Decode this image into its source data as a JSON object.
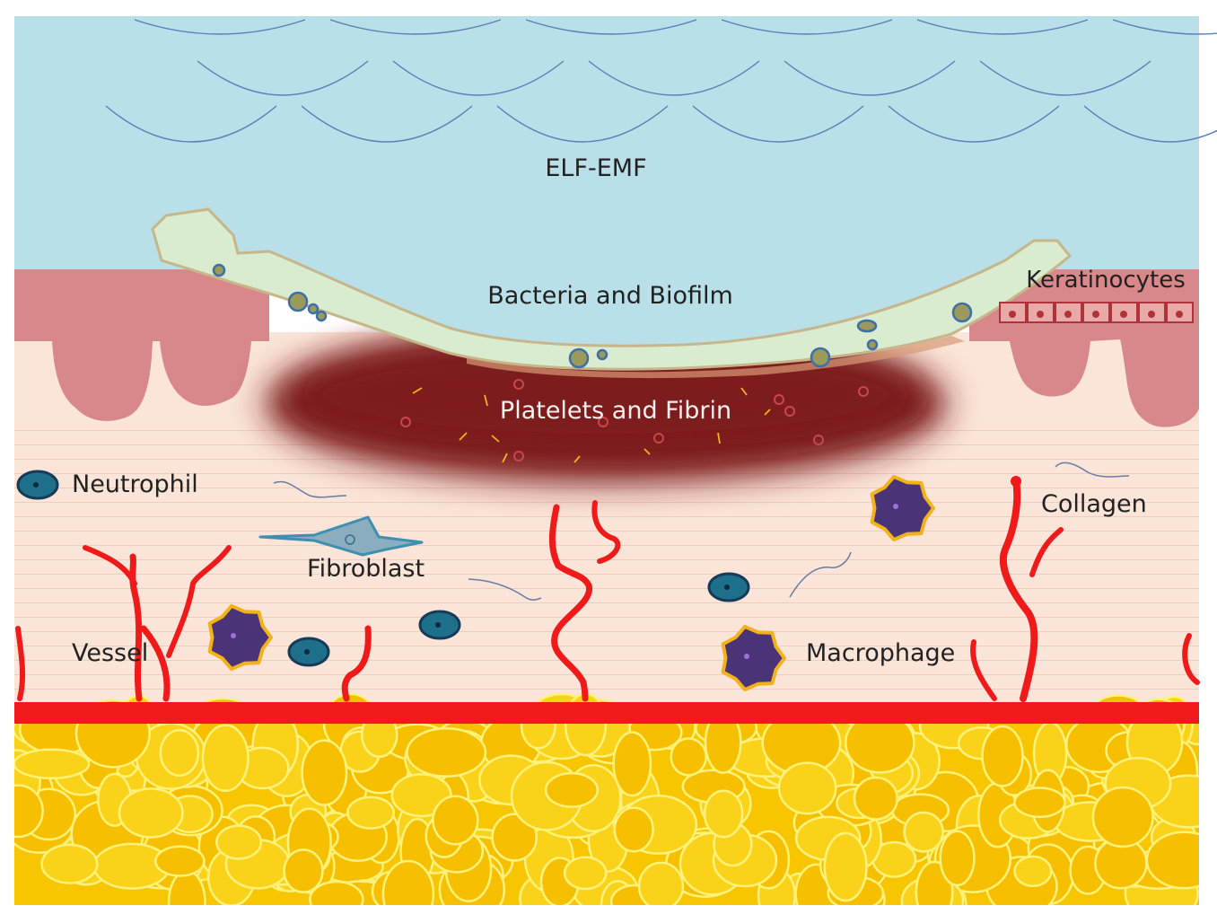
{
  "labels": {
    "field": "ELF-EMF",
    "biofilm": "Bacteria and Biofilm",
    "keratinocytes": "Keratinocytes",
    "clot": "Platelets and Fibrin",
    "neutrophil": "Neutrophil",
    "collagen": "Collagen",
    "fibroblast": "Fibroblast",
    "vessel": "Vessel",
    "macrophage": "Macrophage"
  },
  "colors": {
    "field": "#b9dfe9",
    "epidermis": "#d8878a",
    "dermis": "#fbe4d8",
    "biofilm": "#d9ecd0",
    "clot": "#7b1a1e",
    "vessel": "#f01a1a",
    "fat": "#f7c600",
    "neutrophil": "#1e6f8a",
    "macrophage": "#4a3377"
  },
  "icons": {
    "neutrophil": "neutrophil-cell-icon",
    "macrophage": "macrophage-cell-icon",
    "fibroblast": "fibroblast-cell-icon",
    "bacteria": "bacteria-icon",
    "platelet": "platelet-icon",
    "keratinocyte": "keratinocyte-cell-icon"
  }
}
